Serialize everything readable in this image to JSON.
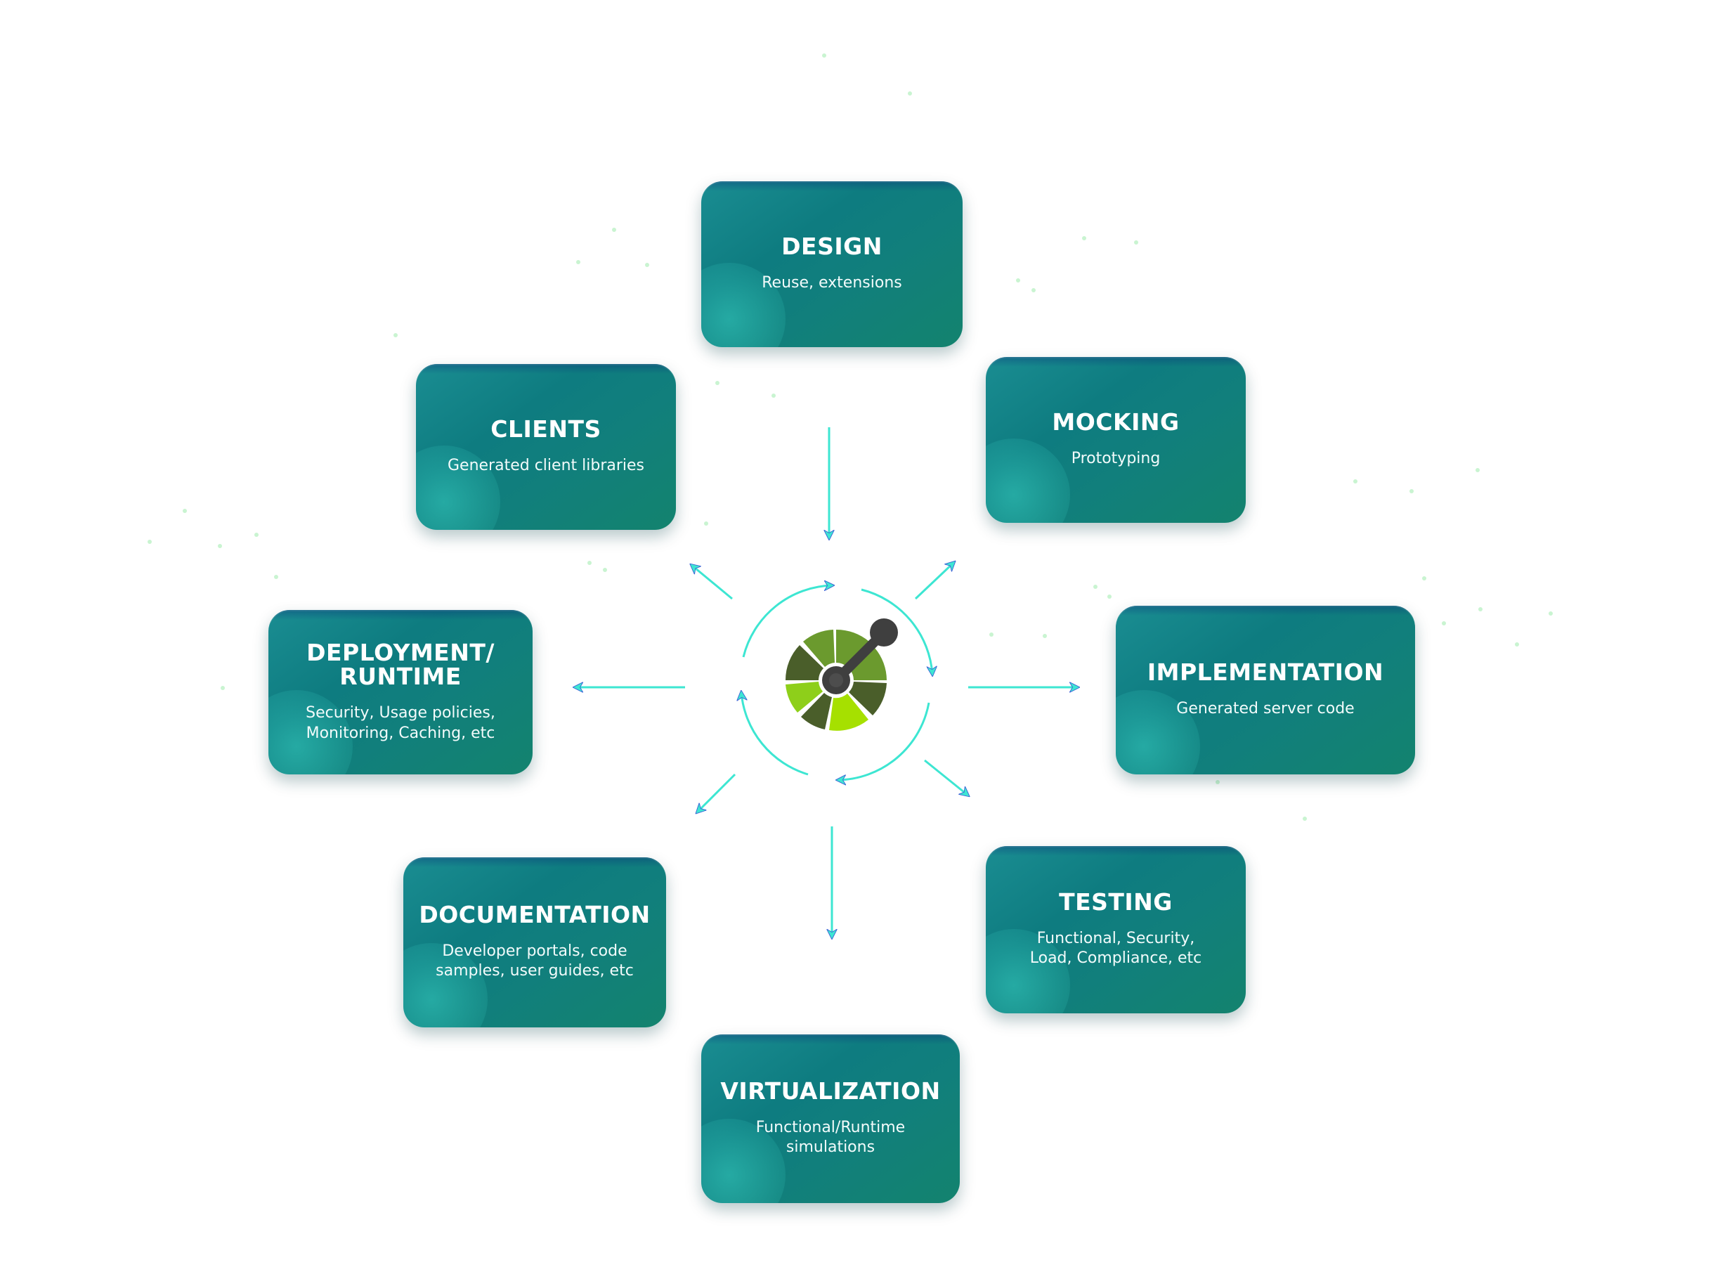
{
  "colors": {
    "card_base": "#0e7c80",
    "card_accent": "#40e0d0",
    "arrow": "#3de6d2",
    "arrow_edge": "#3b5fd6",
    "logo_dark": "#3f3f3f",
    "logo_green_dark": "#4a5e2a",
    "logo_green_mid": "#6b9a2e",
    "logo_green_light": "#8ecf1a",
    "logo_green_bright": "#a6e000"
  },
  "hub": {
    "icon": "openapi-logo-icon"
  },
  "stages": [
    {
      "id": "design",
      "title": "DESIGN",
      "subtitle": "Reuse, extensions"
    },
    {
      "id": "mocking",
      "title": "MOCKING",
      "subtitle": "Prototyping"
    },
    {
      "id": "implementation",
      "title": "IMPLEMENTATION",
      "subtitle": "Generated server code"
    },
    {
      "id": "testing",
      "title": "TESTING",
      "subtitle": "Functional, Security,\nLoad, Compliance, etc"
    },
    {
      "id": "virtualization",
      "title": "VIRTUALIZATION",
      "subtitle": "Functional/Runtime\nsimulations"
    },
    {
      "id": "documentation",
      "title": "DOCUMENTATION",
      "subtitle": "Developer portals, code\nsamples, user guides, etc"
    },
    {
      "id": "deployment",
      "title": "DEPLOYMENT/\nRUNTIME",
      "subtitle": "Security, Usage policies,\nMonitoring, Caching, etc"
    },
    {
      "id": "clients",
      "title": "CLIENTS",
      "subtitle": "Generated client libraries"
    }
  ]
}
